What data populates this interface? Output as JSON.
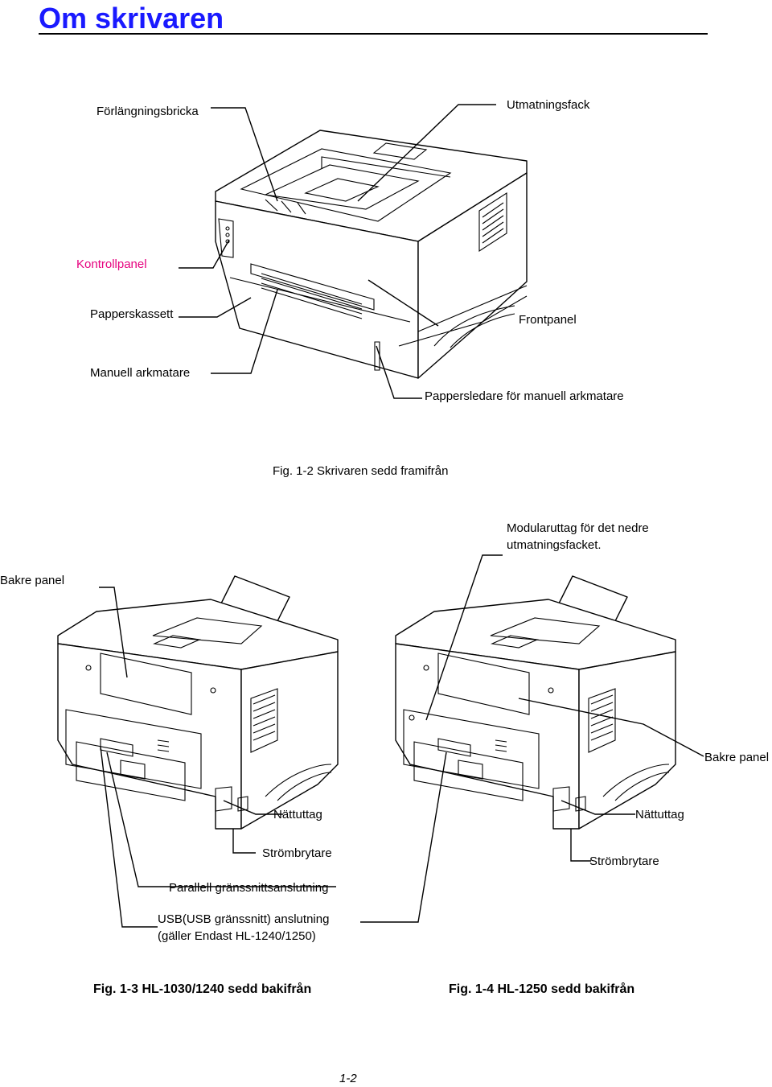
{
  "page": {
    "title": "Om skrivaren",
    "page_number": "1-2"
  },
  "front_view": {
    "labels": {
      "extension_tray": "Förlängningsbricka",
      "output_tray": "Utmatningsfack",
      "control_panel": "Kontrollpanel",
      "paper_cassette": "Papperskassett",
      "front_panel": "Frontpanel",
      "manual_feeder": "Manuell arkmatare",
      "paper_guides": "Pappersledare för manuell arkmatare"
    },
    "caption": "Fig. 1-2 Skrivaren sedd framifrån"
  },
  "rear_view": {
    "labels": {
      "modular_socket_line1": "Modularuttag för det nedre",
      "modular_socket_line2": "utmatningsfacket.",
      "rear_panel_left": "Bakre panel",
      "rear_panel_right": "Bakre panel",
      "power_socket_left": "Nättuttag",
      "power_socket_right": "Nättuttag",
      "power_switch_left": "Strömbrytare",
      "power_switch_right": "Strömbrytare",
      "parallel_interface": "Parallell gränssnittsanslutning",
      "usb_line1": "USB(USB gränssnitt) anslutning",
      "usb_line2": "(gäller Endast HL-1240/1250)"
    },
    "caption_left": "Fig. 1-3 HL-1030/1240 sedd bakifrån",
    "caption_right": "Fig. 1-4 HL-1250 sedd bakifrån"
  },
  "colors": {
    "title": "#1a1aff",
    "highlight_label": "#e6007e"
  }
}
